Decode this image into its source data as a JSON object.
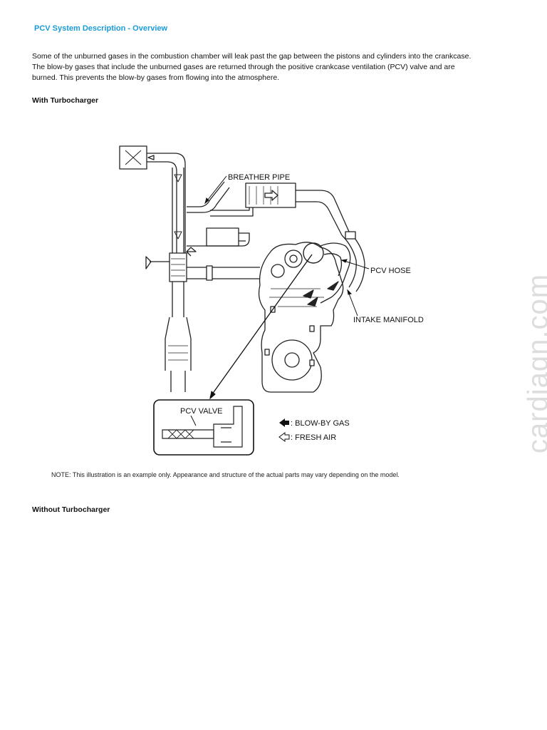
{
  "header": {
    "title": "PCV System Description - Overview"
  },
  "intro": {
    "line1": "Some of the unburned gases in the combustion chamber will leak past the gap between the pistons and cylinders into the crankcase.",
    "line2": "The blow-by gases that include the unburned gases are returned through the positive crankcase ventilation (PCV) valve and are",
    "line3": "burned. This prevents the blow-by gases from flowing into the atmosphere."
  },
  "sections": {
    "with_turbo": "With Turbocharger",
    "without_turbo": "Without Turbocharger"
  },
  "diagram": {
    "labels": {
      "breather_pipe": "BREATHER PIPE",
      "pcv_hose": "PCV HOSE",
      "intake_manifold": "INTAKE MANIFOLD",
      "pcv_valve": "PCV VALVE"
    },
    "legend": {
      "blow_by": ": BLOW-BY GAS",
      "fresh_air": ": FRESH AIR"
    },
    "note": "NOTE: This illustration is an example only. Appearance and structure of the actual parts may vary depending on the model."
  },
  "watermark": "cardiagn.com"
}
